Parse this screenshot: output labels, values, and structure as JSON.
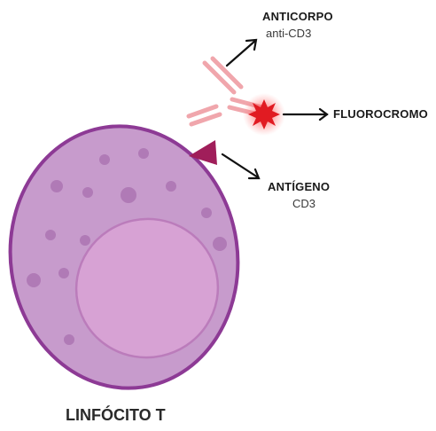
{
  "labels": {
    "antibody_title": "ANTICORPO",
    "antibody_sub": "anti-CD3",
    "fluorochrome": "FLUOROCROMO",
    "antigen_title": "ANTÍGENO",
    "antigen_sub": "CD3",
    "cell_name": "LINFÓCITO T"
  },
  "colors": {
    "cell_fill": "#c79bcc",
    "cell_outline": "#8d3a95",
    "nucleus_fill": "#d7a2d4",
    "nucleus_outline": "#bb7cbb",
    "granule": "#b07ab6",
    "antigen": "#a01e5a",
    "antibody": "#f0a6ac",
    "antibody_edge": "#e77d86",
    "fluorochrome": "#e11b22",
    "arrow": "#111111"
  }
}
